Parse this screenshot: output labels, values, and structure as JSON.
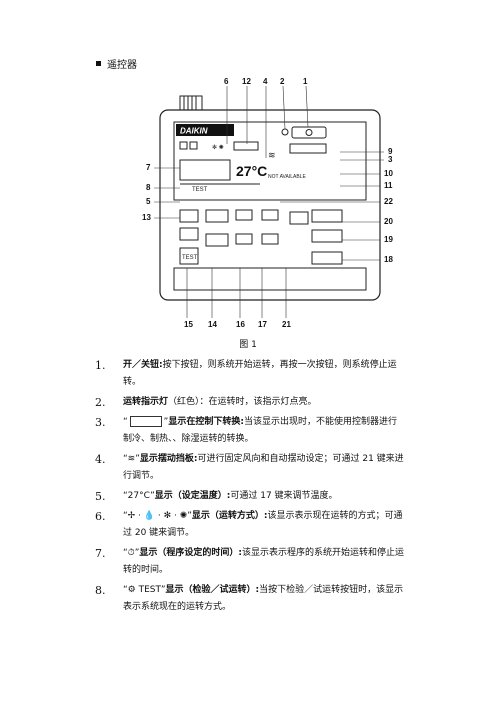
{
  "header": {
    "title": "遥控器"
  },
  "figure": {
    "brand": "DAIKIN",
    "caption": "图 1",
    "not_available": "NOT AVAILABLE",
    "test_label": "TEST",
    "display_temp": "27°C",
    "callouts_top": [
      "6",
      "12",
      "4",
      "2",
      "1"
    ],
    "callouts_right": [
      "9",
      "3",
      "10",
      "11",
      "22",
      "20",
      "19",
      "18"
    ],
    "callouts_left": [
      "7",
      "8",
      "5",
      "13"
    ],
    "callouts_bottom": [
      "15",
      "14",
      "16",
      "17",
      "21"
    ]
  },
  "items": [
    {
      "num": "1.",
      "title": "开／关钮:",
      "text": "按下按钮，则系统开始运转，再按一次按钮，则系统停止运转。"
    },
    {
      "num": "2.",
      "title": "运转指示灯",
      "text": "（红色）：在运转时，该指示灯点亮。"
    },
    {
      "num": "3.",
      "pre": "“",
      "post": "”",
      "title": "显示在控制下转换:",
      "text": "当该显示出现时，不能使用控制器进行制冷、制热、、除湿运转的转换。"
    },
    {
      "num": "4.",
      "pre": "“",
      "post": "”",
      "title": "显示摆动挡板:",
      "text": "可进行固定风向和自动摆动设定；可通过 21 键来进行调节。"
    },
    {
      "num": "5.",
      "pre": "“",
      "post": "”",
      "title": "显示（设定温度）:",
      "text": "可通过 17 键来调节温度。"
    },
    {
      "num": "6.",
      "pre": "“",
      "post": "”",
      "title": "显示（运转方式）:",
      "text": "该显示表示现在运转的方式；可通过 20 键来调节。"
    },
    {
      "num": "7.",
      "pre": "“",
      "post": "”",
      "title": "显示（程序设定的时间）:",
      "text": "该显示表示程序的系统开始运转和停止运转的时间。"
    },
    {
      "num": "8.",
      "pre": "“",
      "post": "”",
      "title": "显示（检验／试运转）:",
      "text": "当按下检验／试运转按钮时，该显示表示系统现在的运转方式。"
    }
  ]
}
